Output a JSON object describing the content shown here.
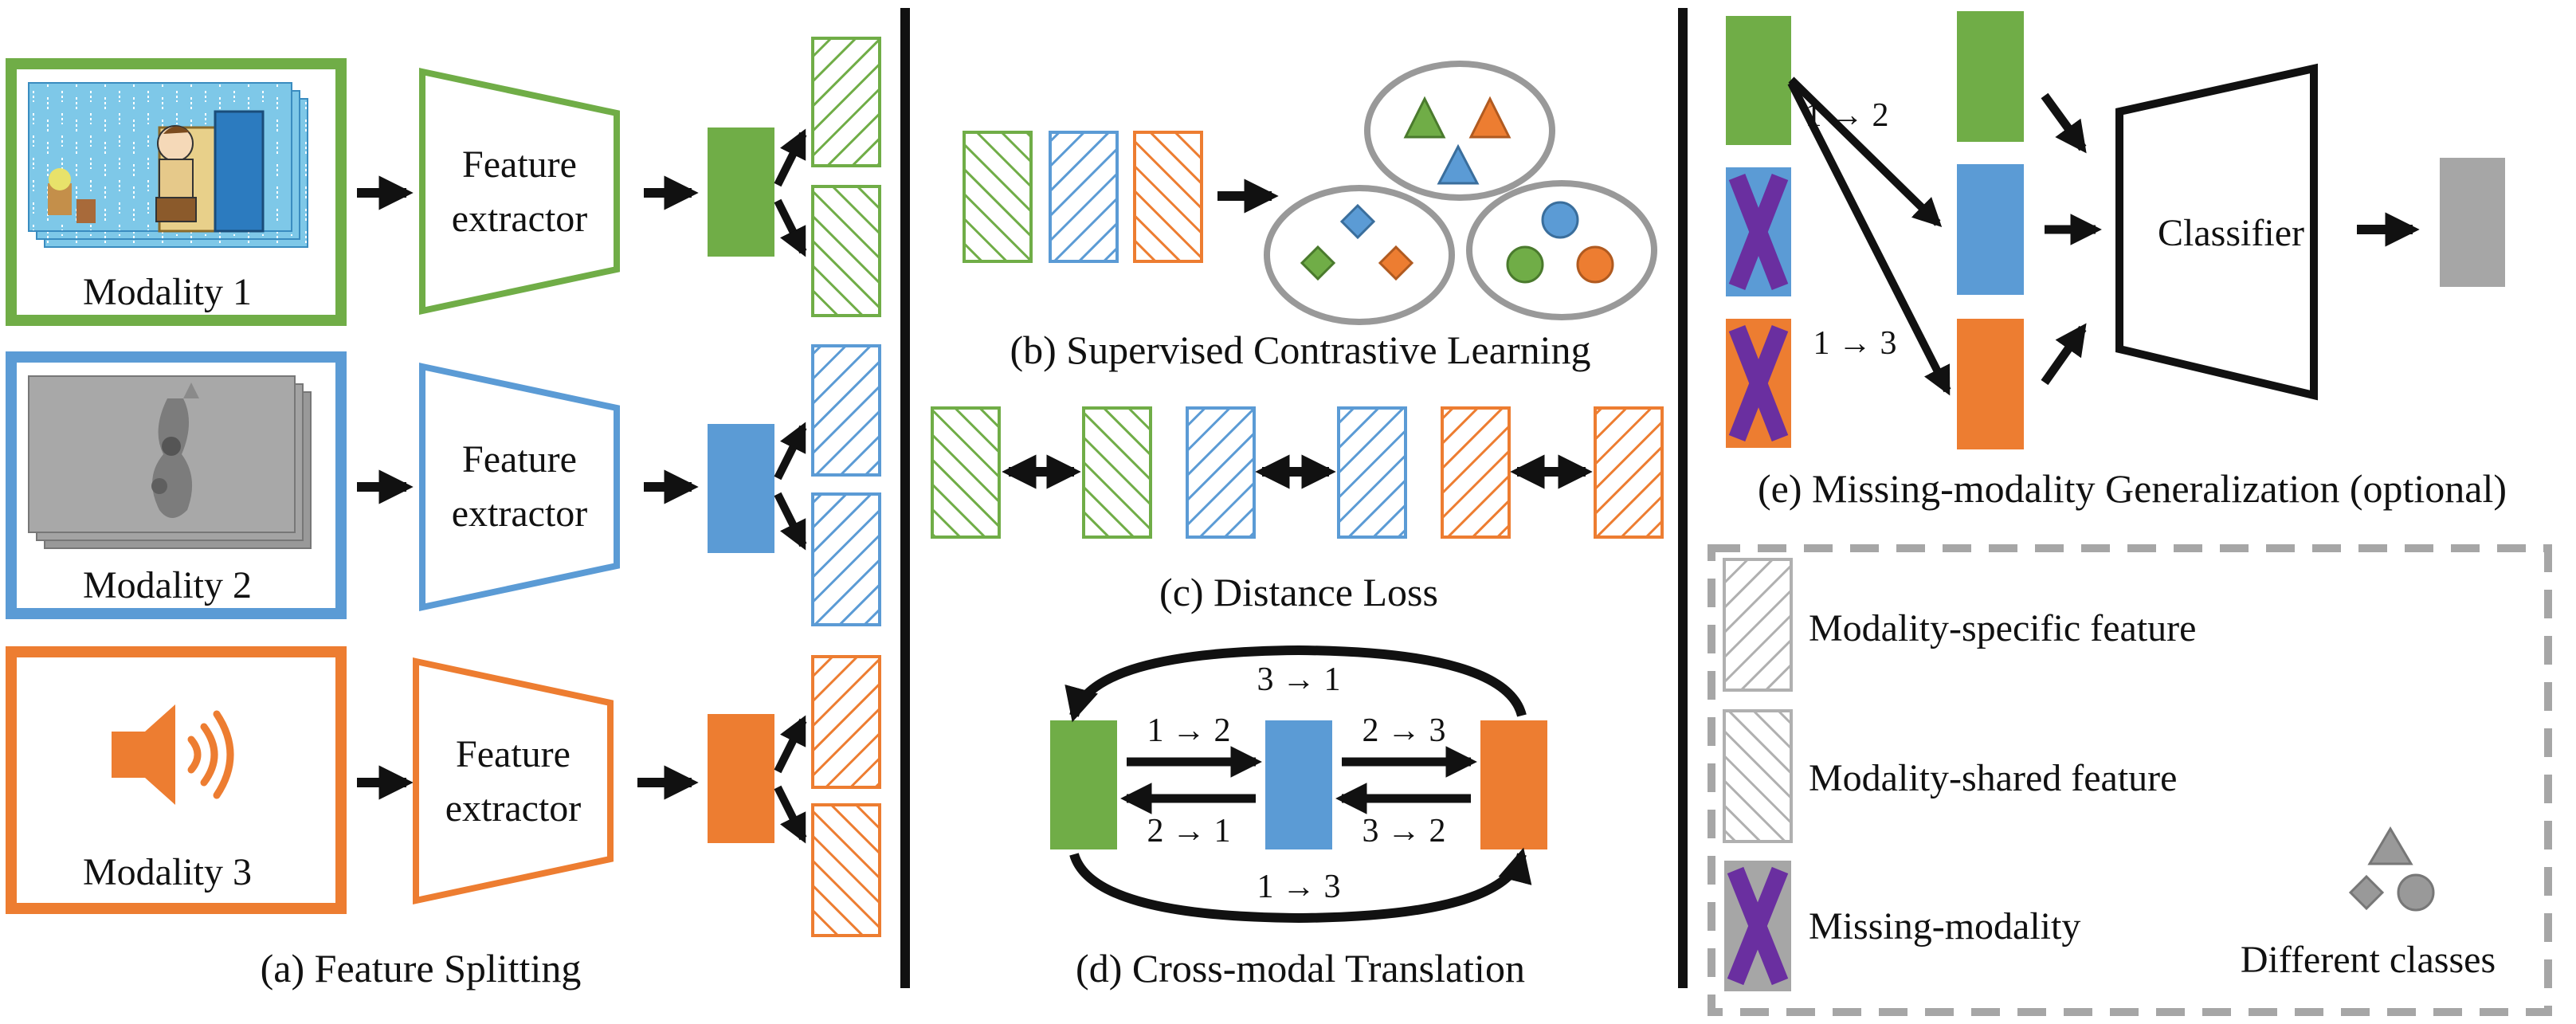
{
  "colors": {
    "green": "#70ad47",
    "blue": "#5b9bd5",
    "orange": "#ed7d31",
    "gray": "#a6a6a6",
    "purple": "#6a2fa0",
    "dark": "#111111"
  },
  "panel_a": {
    "modalities": [
      {
        "label": "Modality 1",
        "color": "green",
        "image": "cartoon-frame"
      },
      {
        "label": "Modality 2",
        "color": "blue",
        "image": "depth-map"
      },
      {
        "label": "Modality 3",
        "color": "orange",
        "image": "speaker-icon"
      }
    ],
    "extractor_label_line1": "Feature",
    "extractor_label_line2": "extractor",
    "caption": "(a) Feature Splitting"
  },
  "panel_b": {
    "caption": "(b) Supervised Contrastive Learning"
  },
  "panel_c": {
    "caption": "(c) Distance Loss"
  },
  "panel_d": {
    "caption": "(d) Cross-modal Translation",
    "arrows": [
      "3 → 1",
      "1 → 2",
      "2 → 3",
      "2 → 1",
      "3 → 2",
      "1 → 3"
    ]
  },
  "panel_e": {
    "caption": "(e) Missing-modality Generalization (optional)",
    "classifier_label": "Classifier",
    "arrow_labels": [
      "1 → 2",
      "1 → 3"
    ]
  },
  "legend": {
    "specific": "Modality-specific feature",
    "shared": "Modality-shared feature",
    "missing": "Missing-modality",
    "classes": "Different classes"
  }
}
